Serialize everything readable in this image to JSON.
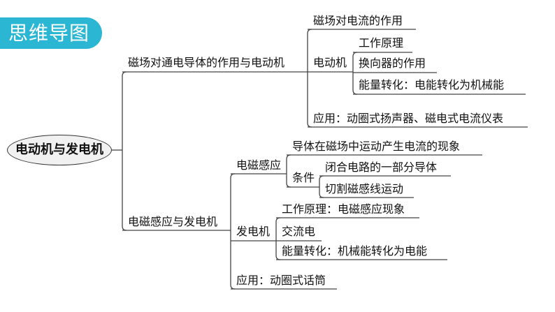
{
  "title": "思维导图",
  "root": "电动机与发电机",
  "branch1": {
    "label": "磁场对通电导体的作用与电动机",
    "c1": "磁场对电流的作用",
    "motor": {
      "label": "电动机",
      "items": [
        "工作原理",
        "换向器的作用",
        "能量转化：电能转化为机械能"
      ]
    },
    "app": "应用：动圈式扬声器、磁电式电流仪表"
  },
  "branch2": {
    "label": "电磁感应与发电机",
    "induction": {
      "label": "电磁感应",
      "def": "导体在磁场中运动产生电流的现象",
      "cond": {
        "label": "条件",
        "items": [
          "闭合电路的一部分导体",
          "切割磁感线运动"
        ]
      }
    },
    "generator": {
      "label": "发电机",
      "items": [
        "工作原理：电磁感应现象",
        "交流电",
        "能量转化：机械能转化为电能"
      ]
    },
    "app": "应用：动圈式话筒"
  }
}
